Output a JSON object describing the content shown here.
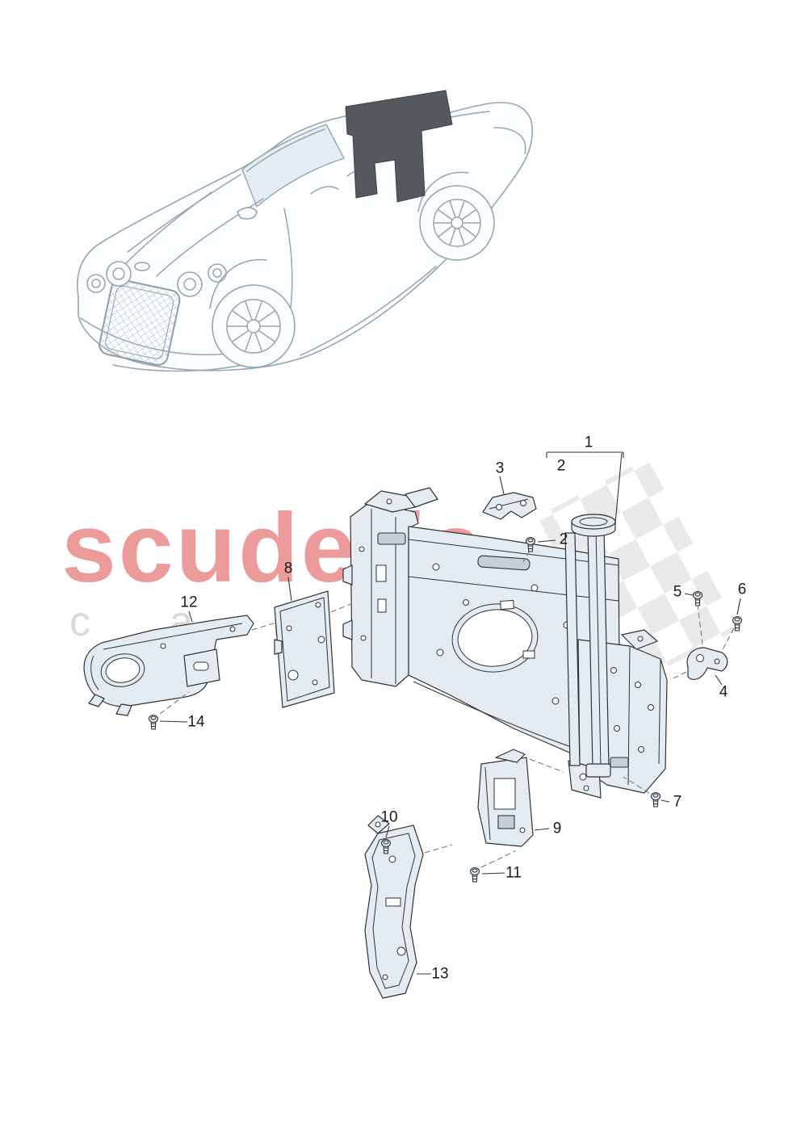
{
  "page": {
    "background": "#ffffff"
  },
  "watermark": {
    "brand": "scuderia",
    "sub": "car"
  },
  "theme": {
    "brand_color": "#ec9b9b",
    "sub_color": "#d9d9d9",
    "line": "#2e3336",
    "part_fill": "#e4ecf1",
    "part_fill_dark": "#c4cfd7",
    "hole_fill": "#ffffff",
    "highlight": "#54595d",
    "checker": "#e8e8e8",
    "car_line": "#93a6b2",
    "car_fill": "#fdfeff",
    "glass": "#e3edf3",
    "leader": "#333333",
    "dash": "#6a6f73"
  },
  "diagram": {
    "callouts": [
      {
        "label": "1"
      },
      {
        "label": "2"
      },
      {
        "label": "3"
      },
      {
        "label": "2"
      },
      {
        "label": "8"
      },
      {
        "label": "5"
      },
      {
        "label": "6"
      },
      {
        "label": "12"
      },
      {
        "label": "4"
      },
      {
        "label": "14"
      },
      {
        "label": "7"
      },
      {
        "label": "9"
      },
      {
        "label": "10"
      },
      {
        "label": "11"
      },
      {
        "label": "13"
      }
    ]
  }
}
